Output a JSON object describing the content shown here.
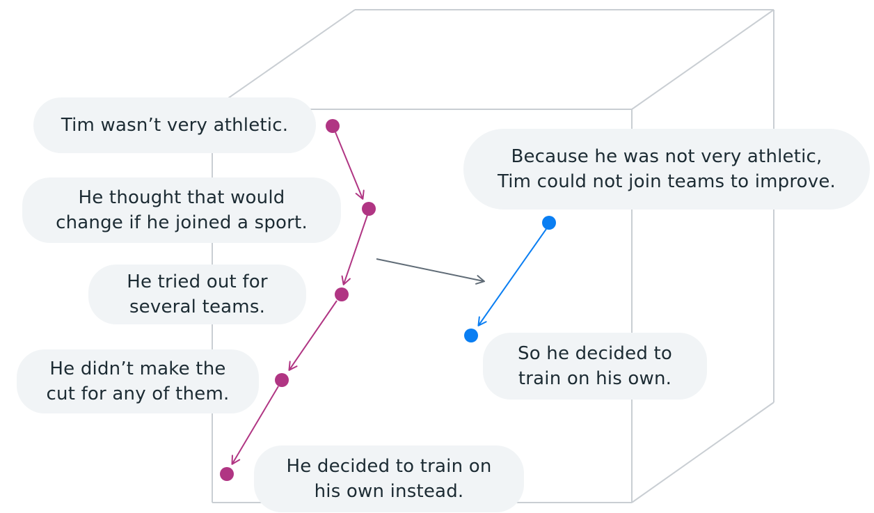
{
  "colors": {
    "cube_edge": "#c9ced3",
    "bubble_bg": "#f1f4f6",
    "text": "#1c2b33",
    "story_original": "#b03583",
    "story_alternate": "#0a7ef2",
    "transfer_arrow": "#5f6b76"
  },
  "original_story": [
    {
      "id": "s1",
      "lines": [
        "Tim wasn’t very athletic."
      ]
    },
    {
      "id": "s2",
      "lines": [
        "He thought that would",
        "change if he joined a sport."
      ]
    },
    {
      "id": "s3",
      "lines": [
        "He tried out for",
        "several teams."
      ]
    },
    {
      "id": "s4",
      "lines": [
        "He didn’t make the",
        "cut for any of them."
      ]
    },
    {
      "id": "s5",
      "lines": [
        "He decided to train on",
        "his own instead."
      ]
    }
  ],
  "alternate_story": [
    {
      "id": "a1",
      "lines": [
        "Because he was not very athletic,",
        "Tim could not join teams to improve."
      ]
    },
    {
      "id": "a2",
      "lines": [
        "So he decided to",
        "train on his own."
      ]
    }
  ]
}
